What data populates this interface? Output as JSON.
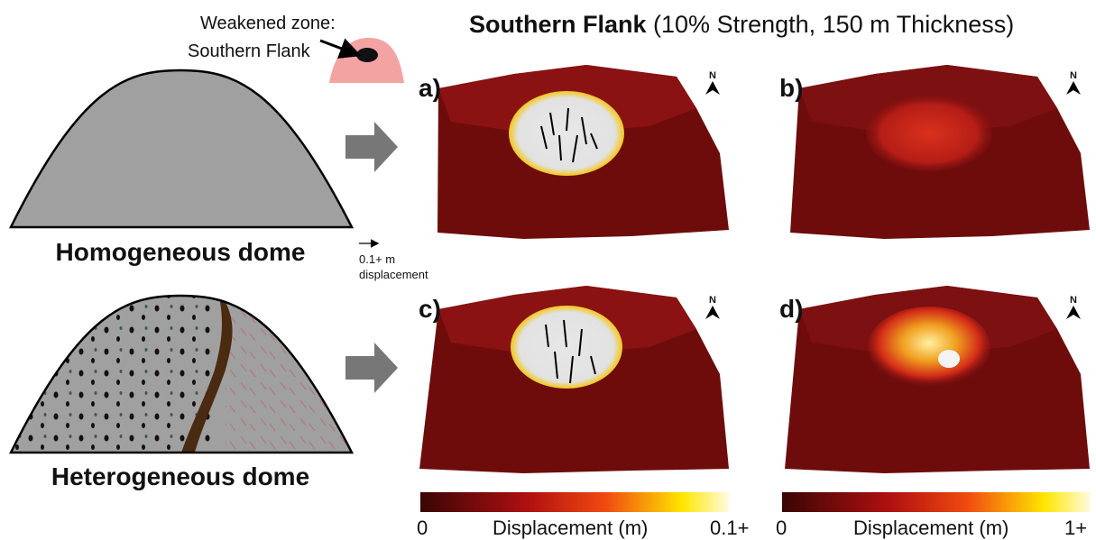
{
  "title": {
    "bold": "Southern Flank",
    "rest": "(10% Strength, 150 m Thickness)"
  },
  "weakened_zone": {
    "line1": "Weakened zone:",
    "line2": "Southern Flank"
  },
  "domes": {
    "homogeneous": "Homogeneous dome",
    "heterogeneous": "Heterogeneous dome"
  },
  "vector_scale": {
    "line1": "0.1+ m",
    "line2": "displacement"
  },
  "panels": [
    {
      "label": "a)",
      "north": "N"
    },
    {
      "label": "b)",
      "north": "N"
    },
    {
      "label": "c)",
      "north": "N"
    },
    {
      "label": "d)",
      "north": "N"
    }
  ],
  "colorbars": [
    {
      "min": "0",
      "title": "Displacement (m)",
      "max": "0.1+"
    },
    {
      "min": "0",
      "title": "Displacement (m)",
      "max": "1+"
    }
  ],
  "colors": {
    "dome_fill": "#a0a0a0",
    "weak_zone_pink": "#f4a3a3",
    "terrain_dark": "#6e0c0c",
    "arrow_gray": "#777777"
  }
}
